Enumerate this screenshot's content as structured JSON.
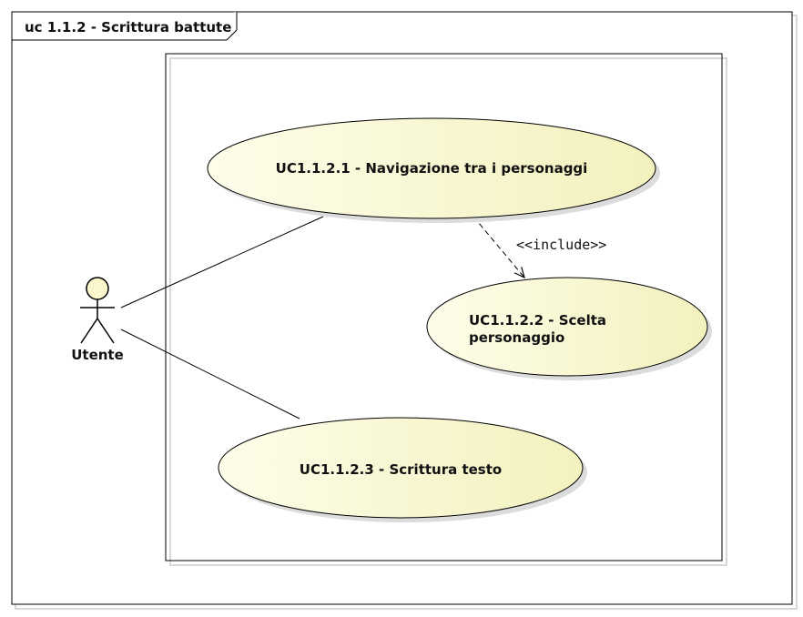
{
  "frame": {
    "title": "uc 1.1.2 - Scrittura battute"
  },
  "actor": {
    "name": "Utente"
  },
  "use_cases": [
    {
      "lines": [
        "UC1.1.2.1 - Navigazione tra i personaggi"
      ]
    },
    {
      "lines": [
        "UC1.1.2.2 - Scelta",
        "personaggio"
      ]
    },
    {
      "lines": [
        "UC1.1.2.3 - Scrittura testo"
      ]
    }
  ],
  "relationships": {
    "include_label": "<<include>>"
  },
  "colors": {
    "usecase_fill_light": "#fdfde9",
    "usecase_fill_dark": "#f1efb4",
    "actor_head": "#fbf7cc",
    "line": "#000000",
    "shadow": "#d6d6d6"
  }
}
